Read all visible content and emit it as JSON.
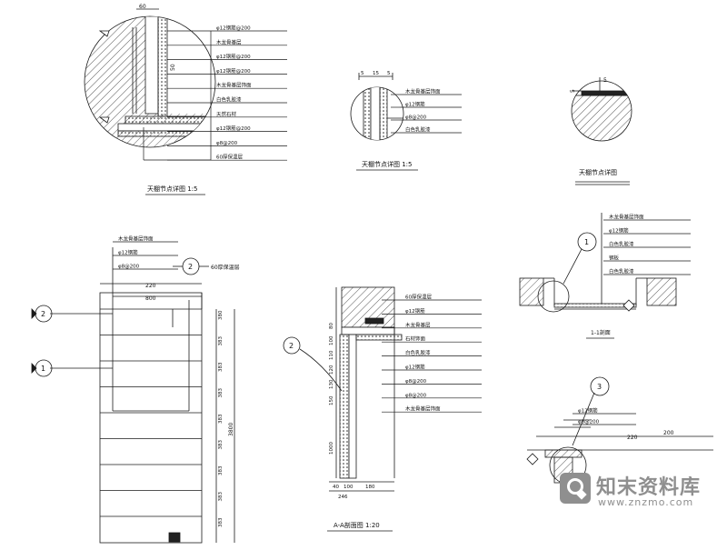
{
  "drawing": {
    "line_color": "#1a1a1a",
    "detail_a": {
      "dims": {
        "top": "60",
        "side": "50"
      },
      "notes": [
        "φ12钢筋@200",
        "木龙骨基层",
        "φ12钢筋@200",
        "φ12钢筋@200",
        "木龙骨基层饰面",
        "白色乳胶漆",
        "天然石材",
        "φ12钢筋@200",
        "φ8@200",
        "60厚保温层"
      ],
      "caption": "天棚节点详图 1:5"
    },
    "detail_b": {
      "dims": [
        "5",
        "15",
        "5"
      ],
      "notes": [
        "木龙骨基层饰面",
        "φ12钢筋",
        "φ8@200",
        "白色乳胶漆"
      ],
      "caption": "天棚节点详图 1:5"
    },
    "detail_c": {
      "dims": {
        "side": "5",
        "top": "5"
      },
      "caption": "天棚节点详图"
    },
    "elevation": {
      "notes": [
        "木龙骨基层饰面",
        "φ12钢筋",
        "φ8@200"
      ],
      "side_note": "60厚保温层",
      "dims_top": [
        "220",
        "800"
      ],
      "dims_right": [
        "380",
        "383",
        "383",
        "383",
        "383",
        "383",
        "383",
        "383",
        "383"
      ],
      "total": "3800",
      "callouts": [
        "2",
        "1"
      ],
      "top_callout": "2"
    },
    "section": {
      "notes": [
        "60厚保温层",
        "φ12钢筋",
        "木龙骨基层",
        "石材饰面",
        "白色乳胶漆",
        "φ12钢筋",
        "φ8@200",
        "φ8@200",
        "木龙骨基层饰面"
      ],
      "dims_left": [
        "80",
        "100",
        "110",
        "120",
        "130",
        "150",
        "1000"
      ],
      "dims_bottom": [
        "40",
        "100",
        "180",
        "246"
      ],
      "callout": "2",
      "caption": "A-A剖面图 1:20"
    },
    "detail_e": {
      "notes": [
        "木龙骨基层饰面",
        "φ12钢筋",
        "白色乳胶漆",
        "钢板",
        "白色乳胶漆"
      ],
      "callout": "1",
      "caption": "1-1剖面"
    },
    "detail_f": {
      "notes": [
        "φ12钢筋",
        "φ8@200"
      ],
      "dims": [
        "220",
        "200"
      ],
      "callout": "3"
    }
  },
  "watermark": {
    "logo_text": "知末资料库",
    "url": "www.znzmo.com",
    "bg": "#8f8f8f",
    "text_color": "#ffffff"
  }
}
